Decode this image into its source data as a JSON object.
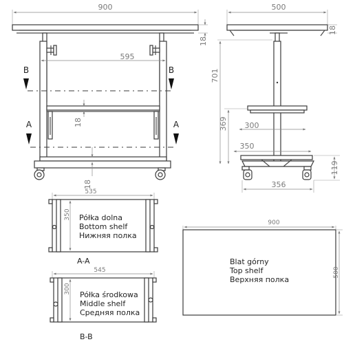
{
  "front_view": {
    "width_dim": "900",
    "top_thickness_dim": "18",
    "inner_width_dim": "595",
    "shelf_thickness_dim_middle": "18",
    "shelf_thickness_dim_bottom": "18",
    "section_b_label": "B",
    "section_a_label": "A"
  },
  "side_view": {
    "depth_dim": "500",
    "top_thickness_dim": "18",
    "height_dim": "701",
    "shelf_height_dim": "369",
    "middle_shelf_width_dim": "300",
    "bottom_shelf_width_dim": "350",
    "caster_height_dim": "119",
    "base_width_dim": "356"
  },
  "bottom_shelf": {
    "width_dim": "535",
    "depth_dim": "350",
    "name_pl": "Półka dolna",
    "name_en": "Bottom shelf",
    "name_ru": "Нижняя полка",
    "section": "A-A"
  },
  "middle_shelf": {
    "width_dim": "545",
    "depth_dim": "300",
    "name_pl": "Półka środkowa",
    "name_en": "Middle shelf",
    "name_ru": "Средняя полка",
    "section": "B-B"
  },
  "top_plate": {
    "width_dim": "900",
    "depth_dim": "500",
    "name_pl": "Blat górny",
    "name_en": "Top shelf",
    "name_ru": "Верхняя полка"
  }
}
